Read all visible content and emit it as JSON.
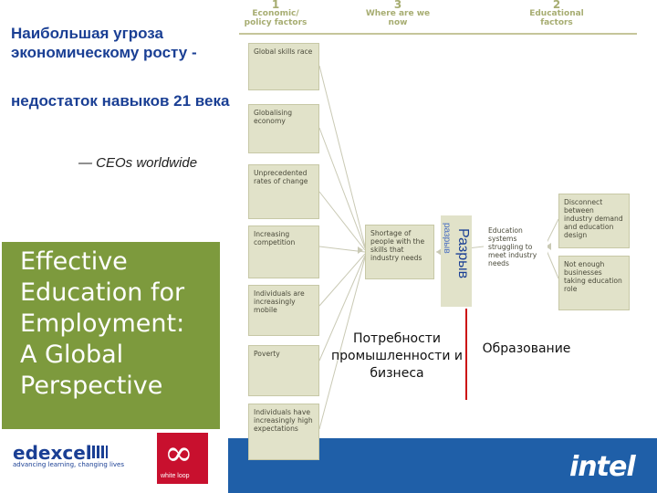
{
  "quote": {
    "line1": "Наибольшая угроза экономическому росту -",
    "line2": "недостаток навыков 21 века",
    "attribution": "— CEOs worldwide"
  },
  "cover": {
    "title_lines": [
      "Effective",
      "Education for",
      "Employment:",
      "A Global",
      "Perspective"
    ],
    "logo_edexcel": "edexcel",
    "logo_edexcel_tagline": "advancing learning, changing lives",
    "logo_whiteloop": "white loop"
  },
  "diagram": {
    "columns": [
      {
        "number": "1",
        "title": "Economic/ policy factors"
      },
      {
        "number": "3",
        "title": "Where are we now"
      },
      {
        "number": "2",
        "title": "Educational factors"
      }
    ],
    "factors": [
      "Global skills race",
      "Globalising economy",
      "Unprecedented rates of change",
      "Increasing competition",
      "Individuals are increasingly mobile",
      "Poverty",
      "Individuals have increasingly high expectations"
    ],
    "center_box": "Shortage of people with the skills that industry needs",
    "gap_label": "Разрыв",
    "gap_label_small": "разрыв",
    "education_box": "Education systems struggling to meet industry needs",
    "edu_factors": [
      "Disconnect between industry demand and education design",
      "Not enough businesses taking education role"
    ],
    "label_industry": "Потребности промышленности и бизнеса",
    "label_education": "Образование"
  },
  "footer": {
    "brand": "intel",
    "bar_color": "#1f5fa8"
  }
}
